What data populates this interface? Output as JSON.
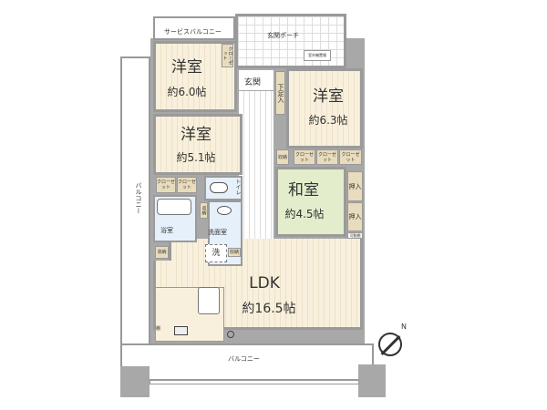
{
  "rooms": {
    "western1": {
      "name": "洋室",
      "size": "約6.0帖"
    },
    "western2": {
      "name": "洋室",
      "size": "約6.3帖"
    },
    "western3": {
      "name": "洋室",
      "size": "約5.1帖"
    },
    "japanese": {
      "name": "和室",
      "size": "約4.5帖"
    },
    "ldk": {
      "name": "LDK",
      "size": "約16.5帖"
    }
  },
  "labels": {
    "service_balcony": "サービスバルコニー",
    "porch": "玄関ポーチ",
    "entrance": "玄関",
    "shoe": "下足入",
    "outdoor_unit": "室外機置場",
    "closet": "クローゼット",
    "storage": "収納",
    "toilet": "トイレ",
    "bath": "浴室",
    "washroom": "洗面室",
    "washer": "洗",
    "oshiire": "押入",
    "shelf": "可動棚",
    "balcony": "バルコニー",
    "side_balcony": "バルコニー",
    "shelf_kitchen": "棚",
    "north": "N"
  }
}
